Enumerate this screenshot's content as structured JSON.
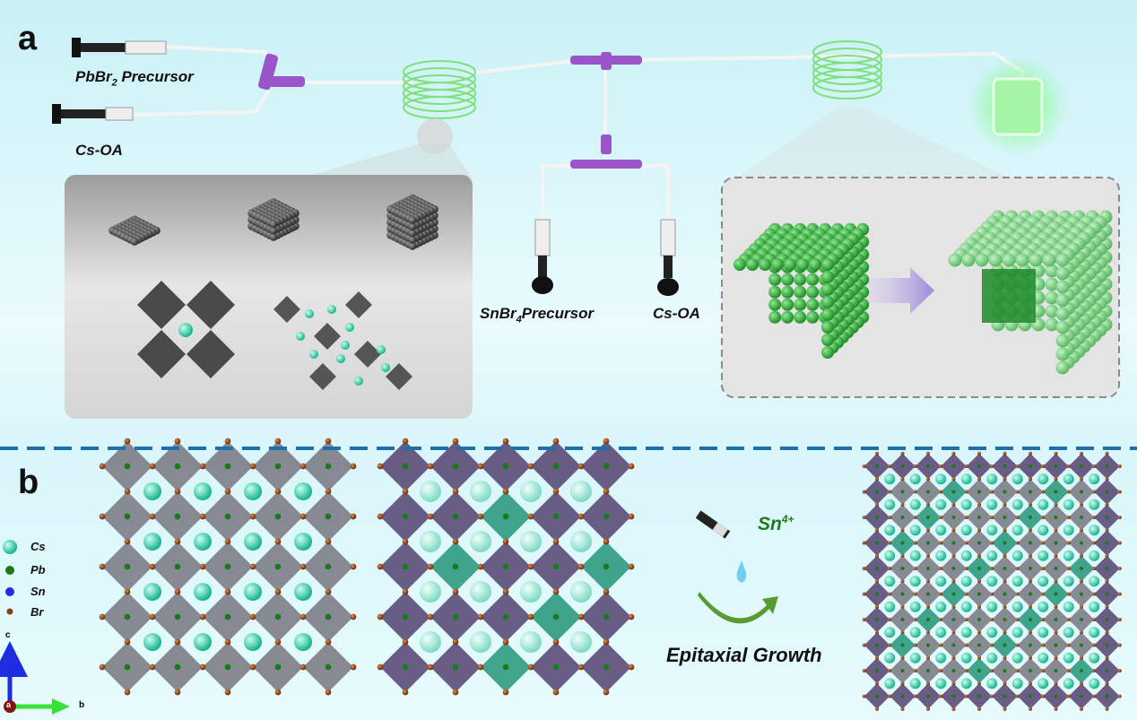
{
  "panels": {
    "a": "a",
    "b": "b"
  },
  "panel_a": {
    "syringe_labels": {
      "pbbr2": "PbBr",
      "pbbr2_sub": "2",
      "pbbr2_suffix": " Precursor",
      "cs_oa_1": "Cs-OA",
      "snbr4": "SnBr",
      "snbr4_sub": "4",
      "snbr4_suffix": "Precursor",
      "cs_oa_2": "Cs-OA"
    }
  },
  "panel_b": {
    "legend": [
      {
        "label": "Cs",
        "color": "#2fd3b0"
      },
      {
        "label": "Pb",
        "color": "#1a7a1a"
      },
      {
        "label": "Sn",
        "color": "#1d2ee0"
      },
      {
        "label": "Br",
        "color": "#8a3f12"
      }
    ],
    "axes": {
      "c": "c",
      "a": "a",
      "b": "b"
    },
    "ion": "Sn",
    "ion_charge": "4+",
    "process": "Epitaxial Growth"
  },
  "colors": {
    "divider": "#1f6fa8",
    "green_glow": "#4cd94c",
    "connector": "#9a55c8",
    "octahedron_gray": "#7d7d86",
    "octahedron_purple": "#5b4b78",
    "octahedron_teal": "#2f9a80"
  }
}
